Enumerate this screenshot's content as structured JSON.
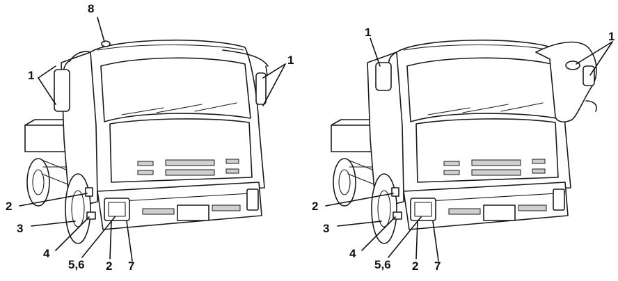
{
  "diagrams": [
    {
      "callouts": {
        "c1": "1",
        "c1b": "1",
        "c2": "2",
        "c2b": "2",
        "c3": "3",
        "c4": "4",
        "c56": "5,6",
        "c7": "7",
        "c8": "8"
      }
    },
    {
      "callouts": {
        "c1": "1",
        "c1b": "1",
        "c2": "2",
        "c2b": "2",
        "c3": "3",
        "c4": "4",
        "c56": "5,6",
        "c7": "7"
      }
    }
  ]
}
